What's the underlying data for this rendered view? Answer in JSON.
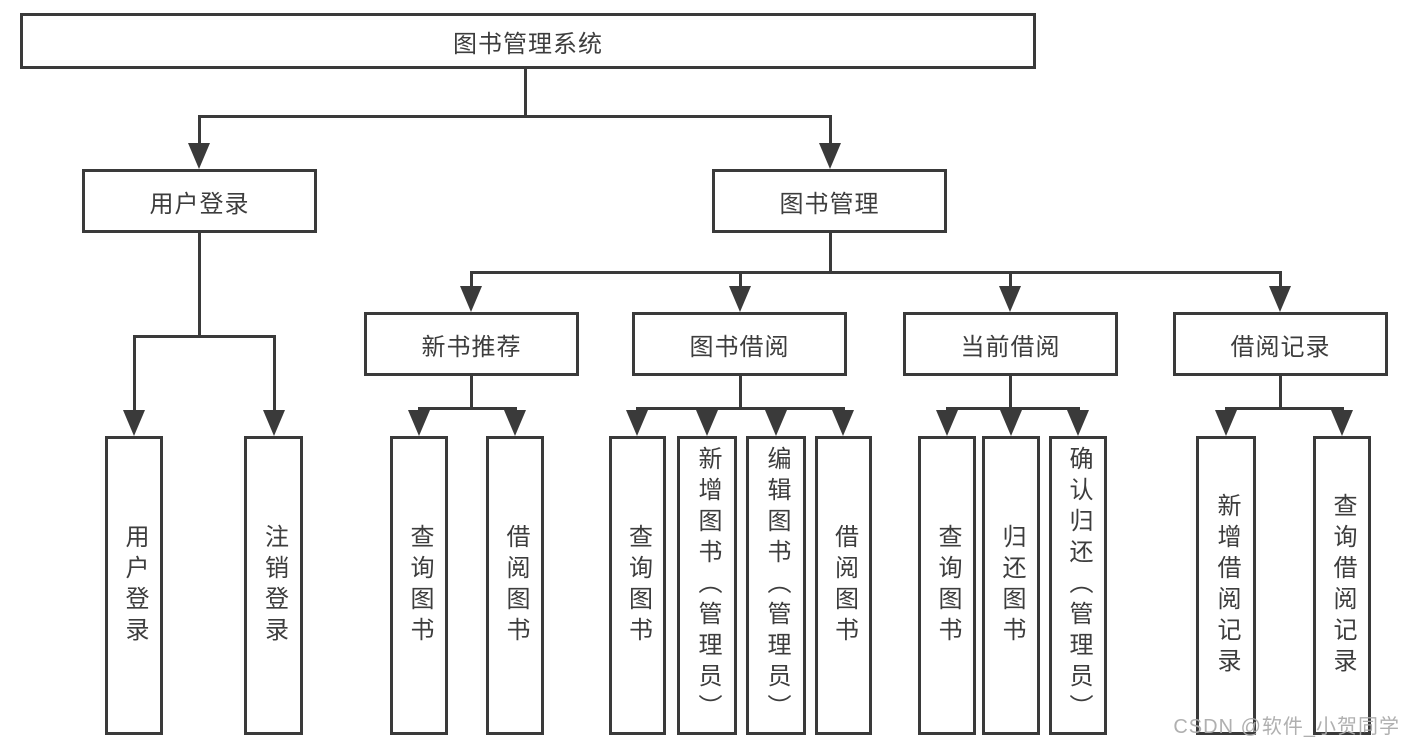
{
  "diagram": {
    "title": "图书管理系统",
    "colors": {
      "line": "#3a3a3a",
      "border": "#3a3a3a",
      "text": "#3d3d3d",
      "background": "#ffffff",
      "watermark": "#acacac"
    },
    "nodes": {
      "root": {
        "label": "图书管理系统"
      },
      "user_login": {
        "label": "用户登录"
      },
      "book_mgmt": {
        "label": "图书管理"
      },
      "new_book_rec": {
        "label": "新书推荐"
      },
      "book_borrow": {
        "label": "图书借阅"
      },
      "current_borrow": {
        "label": "当前借阅"
      },
      "borrow_records": {
        "label": "借阅记录"
      },
      "login": {
        "label": "用户登录"
      },
      "logout": {
        "label": "注销登录"
      },
      "rec_search_book": {
        "label": "查询图书"
      },
      "rec_borrow_book": {
        "label": "借阅图书"
      },
      "bb_search_book": {
        "label": "查询图书"
      },
      "bb_add_book": {
        "label": "新增图书（管理员）"
      },
      "bb_edit_book": {
        "label": "编辑图书（管理员）"
      },
      "bb_borrow_book": {
        "label": "借阅图书"
      },
      "cb_search_book": {
        "label": "查询图书"
      },
      "cb_return_book": {
        "label": "归还图书"
      },
      "cb_confirm_return": {
        "label": "确认归还（管理员）"
      },
      "br_add_record": {
        "label": "新增借阅记录"
      },
      "br_search_record": {
        "label": "查询借阅记录"
      }
    },
    "structure": {
      "root": [
        "user_login",
        "book_mgmt"
      ],
      "user_login": [
        "login",
        "logout"
      ],
      "book_mgmt": [
        "new_book_rec",
        "book_borrow",
        "current_borrow",
        "borrow_records"
      ],
      "new_book_rec": [
        "rec_search_book",
        "rec_borrow_book"
      ],
      "book_borrow": [
        "bb_search_book",
        "bb_add_book",
        "bb_edit_book",
        "bb_borrow_book"
      ],
      "current_borrow": [
        "cb_search_book",
        "cb_return_book",
        "cb_confirm_return"
      ],
      "borrow_records": [
        "br_add_record",
        "br_search_record"
      ]
    },
    "watermark": "CSDN @软件_小贺同学"
  }
}
